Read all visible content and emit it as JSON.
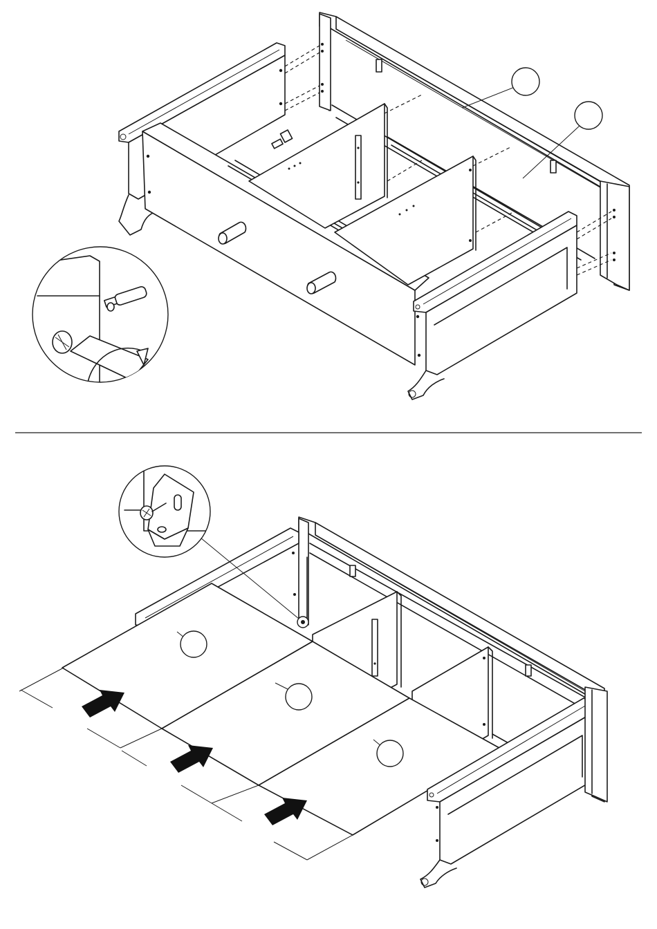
{
  "page": {
    "background": "#ffffff",
    "line_color": "#1a1a1a"
  },
  "steps": [
    {
      "id": "step-top",
      "depicts": [
        "cabinet-frame",
        "side-panels",
        "divider-panels",
        "wooden-dowels",
        "cam-lock-detail"
      ],
      "callout_labels": [
        "",
        ""
      ]
    },
    {
      "id": "step-bottom",
      "depicts": [
        "cabinet-frame",
        "back-panels",
        "bracket-detail",
        "push-arrows"
      ],
      "callout_labels": [
        "",
        "",
        ""
      ]
    }
  ],
  "icons": {
    "arrow": "push-arrow-icon",
    "screw": "screw-icon",
    "dowel": "dowel-icon",
    "cam": "cam-lock-icon",
    "bracket": "corner-bracket-icon"
  }
}
